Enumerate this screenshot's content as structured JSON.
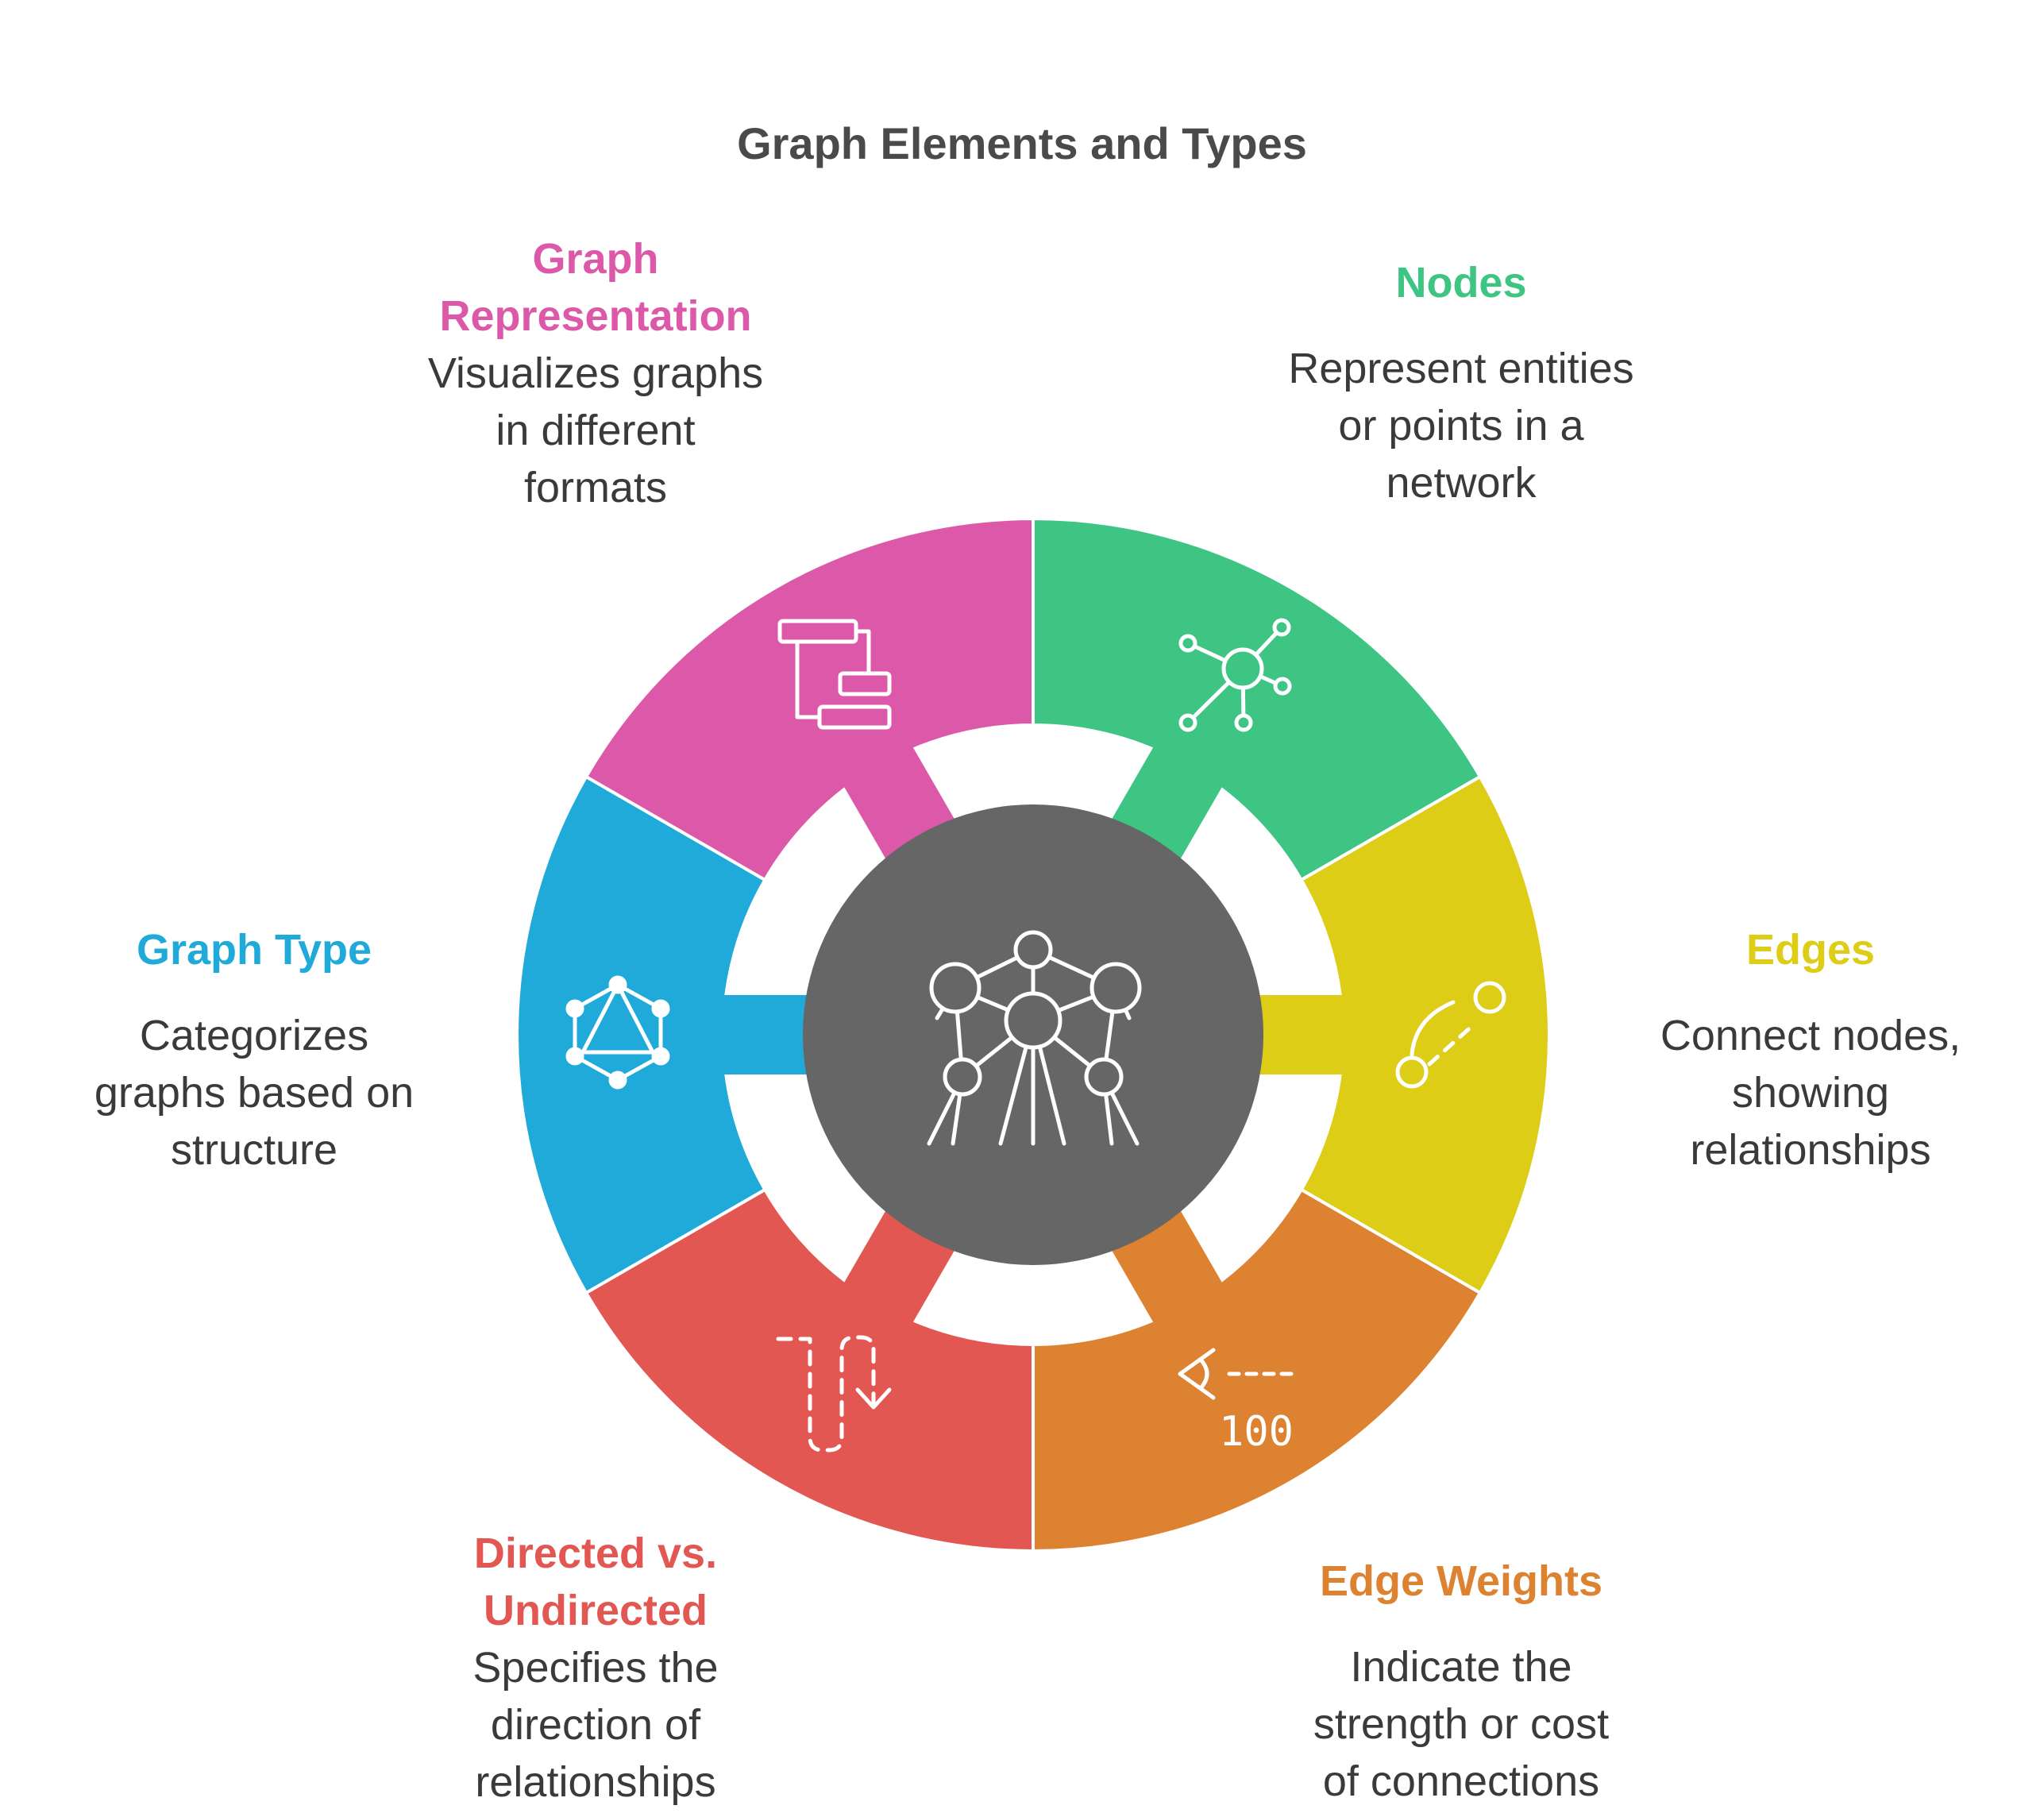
{
  "title": "Graph Elements and Types",
  "center": {
    "color": "#666666",
    "icon": "atomium-network-icon"
  },
  "segments": [
    {
      "key": "nodes",
      "heading": "Nodes",
      "description_lines": [
        "Represent entities",
        "or points in a",
        "network"
      ],
      "color": "#3ec584",
      "icon": "hub-nodes-icon"
    },
    {
      "key": "edges",
      "heading": "Edges",
      "description_lines": [
        "Connect nodes,",
        "showing",
        "relationships"
      ],
      "color": "#ddcd17",
      "icon": "curved-edge-icon"
    },
    {
      "key": "edge-weights",
      "heading": "Edge Weights",
      "description_lines": [
        "Indicate the",
        "strength or cost",
        "of connections"
      ],
      "color": "#dd8230",
      "icon": "weighted-edge-icon",
      "icon_text": "100"
    },
    {
      "key": "directed",
      "heading_lines": [
        "Directed vs.",
        "Undirected"
      ],
      "description_lines": [
        "Specifies the",
        "direction of",
        "relationships"
      ],
      "color": "#e25752",
      "icon": "dashed-path-arrow-icon"
    },
    {
      "key": "graph-type",
      "heading": "Graph Type",
      "description_lines": [
        "Categorizes",
        "graphs based on",
        "structure"
      ],
      "color": "#1faad9",
      "icon": "graph-polygon-icon"
    },
    {
      "key": "representation",
      "heading_lines": [
        "Graph",
        "Representation"
      ],
      "description_lines": [
        "Visualizes graphs",
        "in different",
        "formats"
      ],
      "color": "#dc59aa",
      "icon": "tree-structure-icon"
    }
  ]
}
